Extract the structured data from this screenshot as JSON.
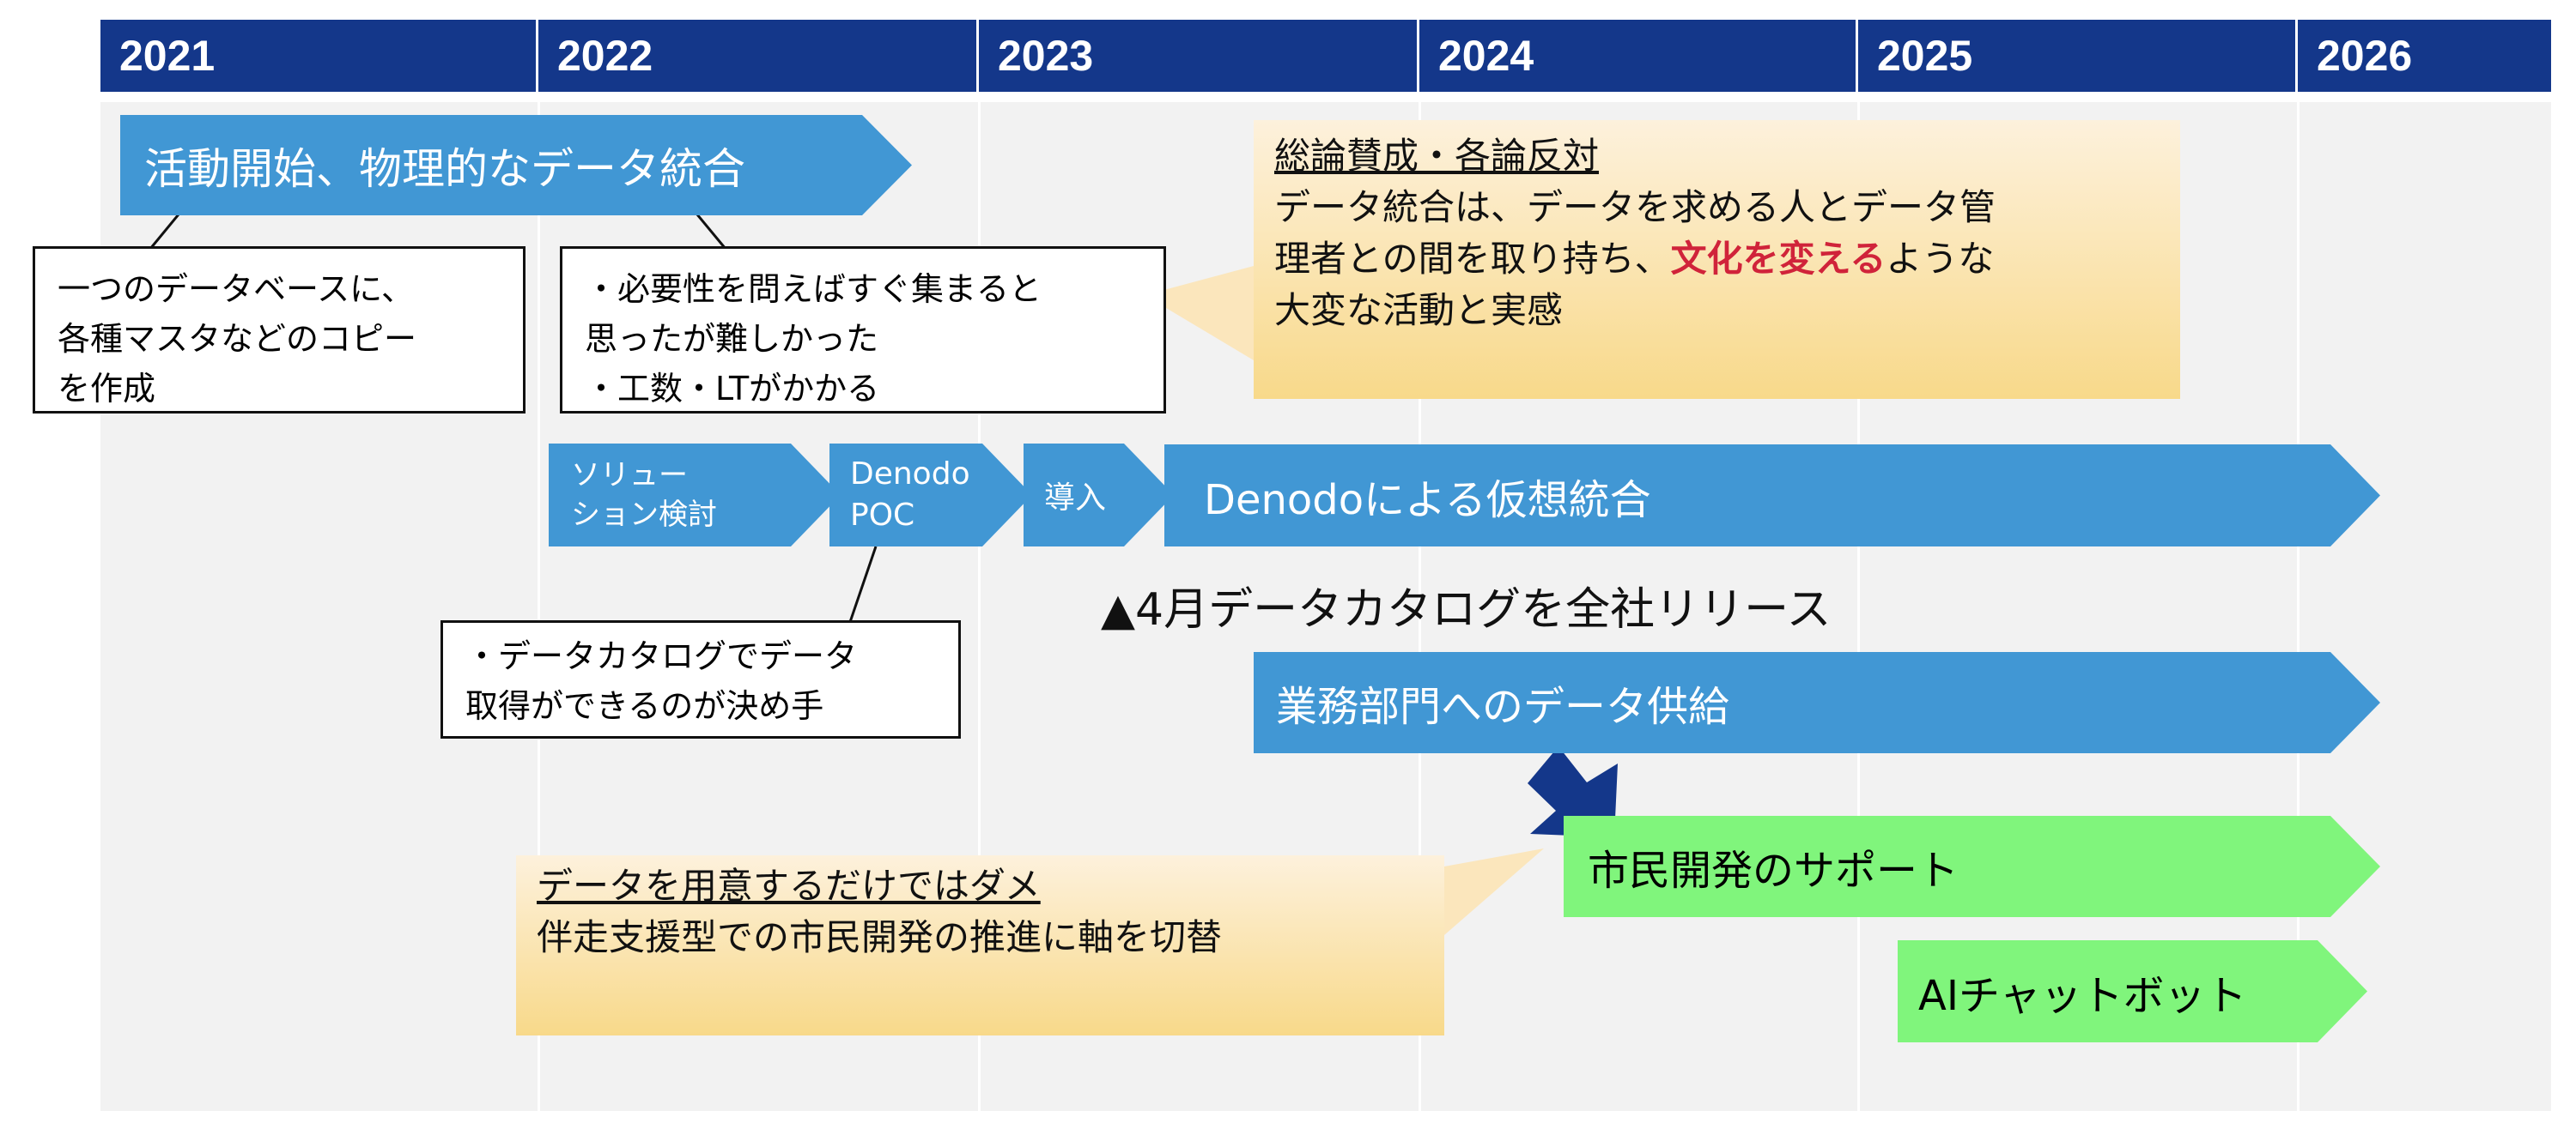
{
  "years": [
    "2021",
    "2022",
    "2023",
    "2024",
    "2025",
    "2026"
  ],
  "phase1": {
    "label": "活動開始、物理的なデータ統合"
  },
  "note1": {
    "lines": [
      "一つのデータベースに、",
      "各種マスタなどのコピー",
      "を作成"
    ]
  },
  "note2": {
    "lines": [
      "・必要性を問えばすぐ集まると",
      "思ったが難しかった",
      "・工数・LTがかかる"
    ]
  },
  "callout1": {
    "title": "総論賛成・各論反対",
    "line1": "データ統合は、データを求める人とデータ管",
    "line2a": "理者との間を取り持ち、",
    "line2b": "文化を変える",
    "line2c": "ような",
    "line3": "大変な活動と実感",
    "highlight_color": "#d0233a"
  },
  "steps": {
    "solution": [
      "ソリュー",
      "ション検討"
    ],
    "poc": [
      "Denodo",
      "POC"
    ],
    "intro": "導入",
    "virtual": "Denodoによる仮想統合"
  },
  "milestone": "▲4月データカタログを全社リリース",
  "note3": {
    "lines": [
      "・データカタログでデータ",
      "取得ができるのが決め手"
    ]
  },
  "supply": "業務部門へのデータ供給",
  "citizen": "市民開発のサポート",
  "chatbot": "AIチャットボット",
  "callout2": {
    "title": "データを用意するだけではダメ",
    "line1": "伴走支援型での市民開発の推進に軸を切替"
  },
  "colors": {
    "header": "#14378a",
    "blue": "#4197d4",
    "green": "#80f57c"
  }
}
